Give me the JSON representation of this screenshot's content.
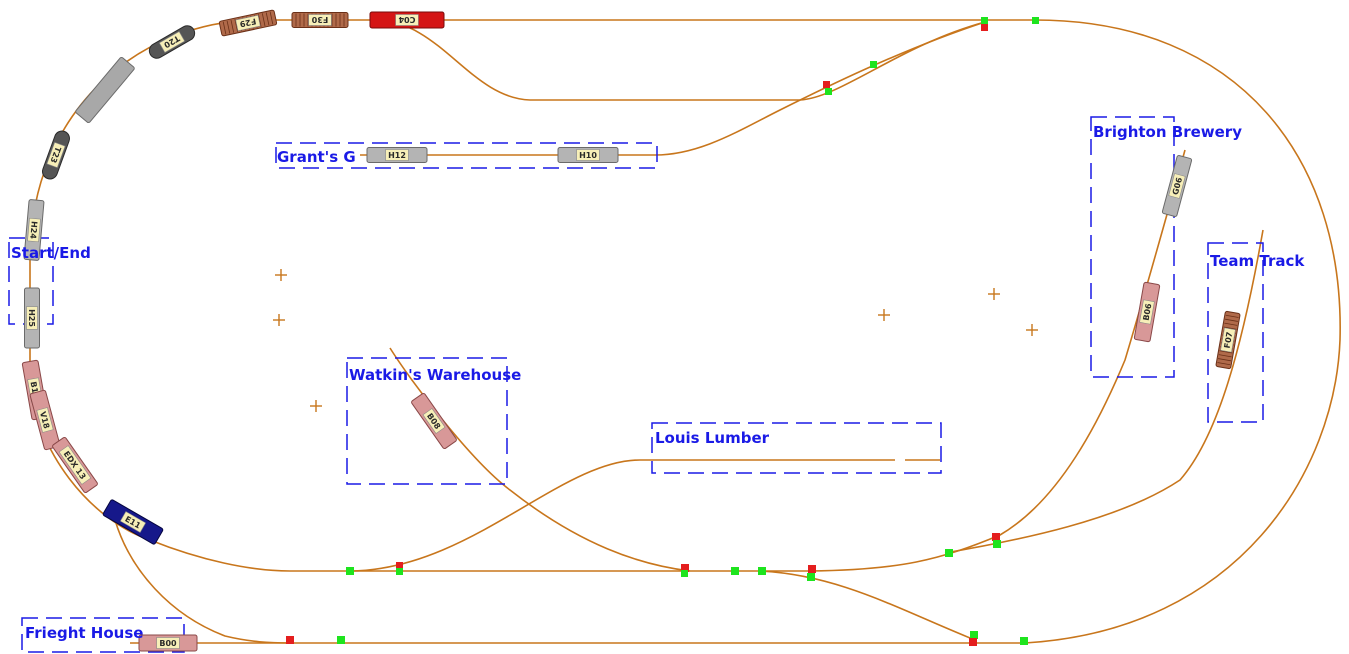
{
  "colors": {
    "track": "#c8761c",
    "label": "#1a1ae6",
    "industry_border": "#1a1ae6",
    "signal_green": "#1ee41e",
    "signal_red": "#e41e1e",
    "marker": "#c8761c",
    "car_label_bg": "#f7efb8",
    "car_label_text": "#2a2a2a"
  },
  "industries": {
    "grants": "Grant's G",
    "start_end": "Start/End",
    "watkins": "Watkin's Warehouse",
    "louis": "Louis Lumber",
    "brighton": "Brighton Brewery",
    "team_track": "Team Track",
    "frieght_house": "Frieght House"
  },
  "cars": [
    {
      "id": "c1",
      "label": "C04",
      "type": "boxcar-red"
    },
    {
      "id": "c2",
      "label": "F30",
      "type": "reefer-brown"
    },
    {
      "id": "c3",
      "label": "F29",
      "type": "reefer-brown"
    },
    {
      "id": "c4",
      "label": "T20",
      "type": "tank-dark"
    },
    {
      "id": "c5",
      "label": "",
      "type": "flat-grey"
    },
    {
      "id": "c6",
      "label": "T23",
      "type": "tank-dark"
    },
    {
      "id": "c7",
      "label": "H24",
      "type": "hopper-grey"
    },
    {
      "id": "c8",
      "label": "H25",
      "type": "hopper-grey"
    },
    {
      "id": "c9",
      "label": "B10",
      "type": "boxcar-pink"
    },
    {
      "id": "c10",
      "label": "V18",
      "type": "boxcar-pink"
    },
    {
      "id": "c11",
      "label": "EDX 13",
      "type": "boxcar-pink"
    },
    {
      "id": "c12",
      "label": "E11",
      "type": "engine-blue"
    },
    {
      "id": "c13",
      "label": "H12",
      "type": "hopper-grey"
    },
    {
      "id": "c14",
      "label": "H10",
      "type": "hopper-grey"
    },
    {
      "id": "c15",
      "label": "G06",
      "type": "hopper-grey"
    },
    {
      "id": "c16",
      "label": "B06",
      "type": "boxcar-pink"
    },
    {
      "id": "c17",
      "label": "B08",
      "type": "boxcar-pink"
    },
    {
      "id": "c18",
      "label": "F07",
      "type": "reefer-brown"
    },
    {
      "id": "c19",
      "label": "B00",
      "type": "boxcar-pink"
    }
  ]
}
